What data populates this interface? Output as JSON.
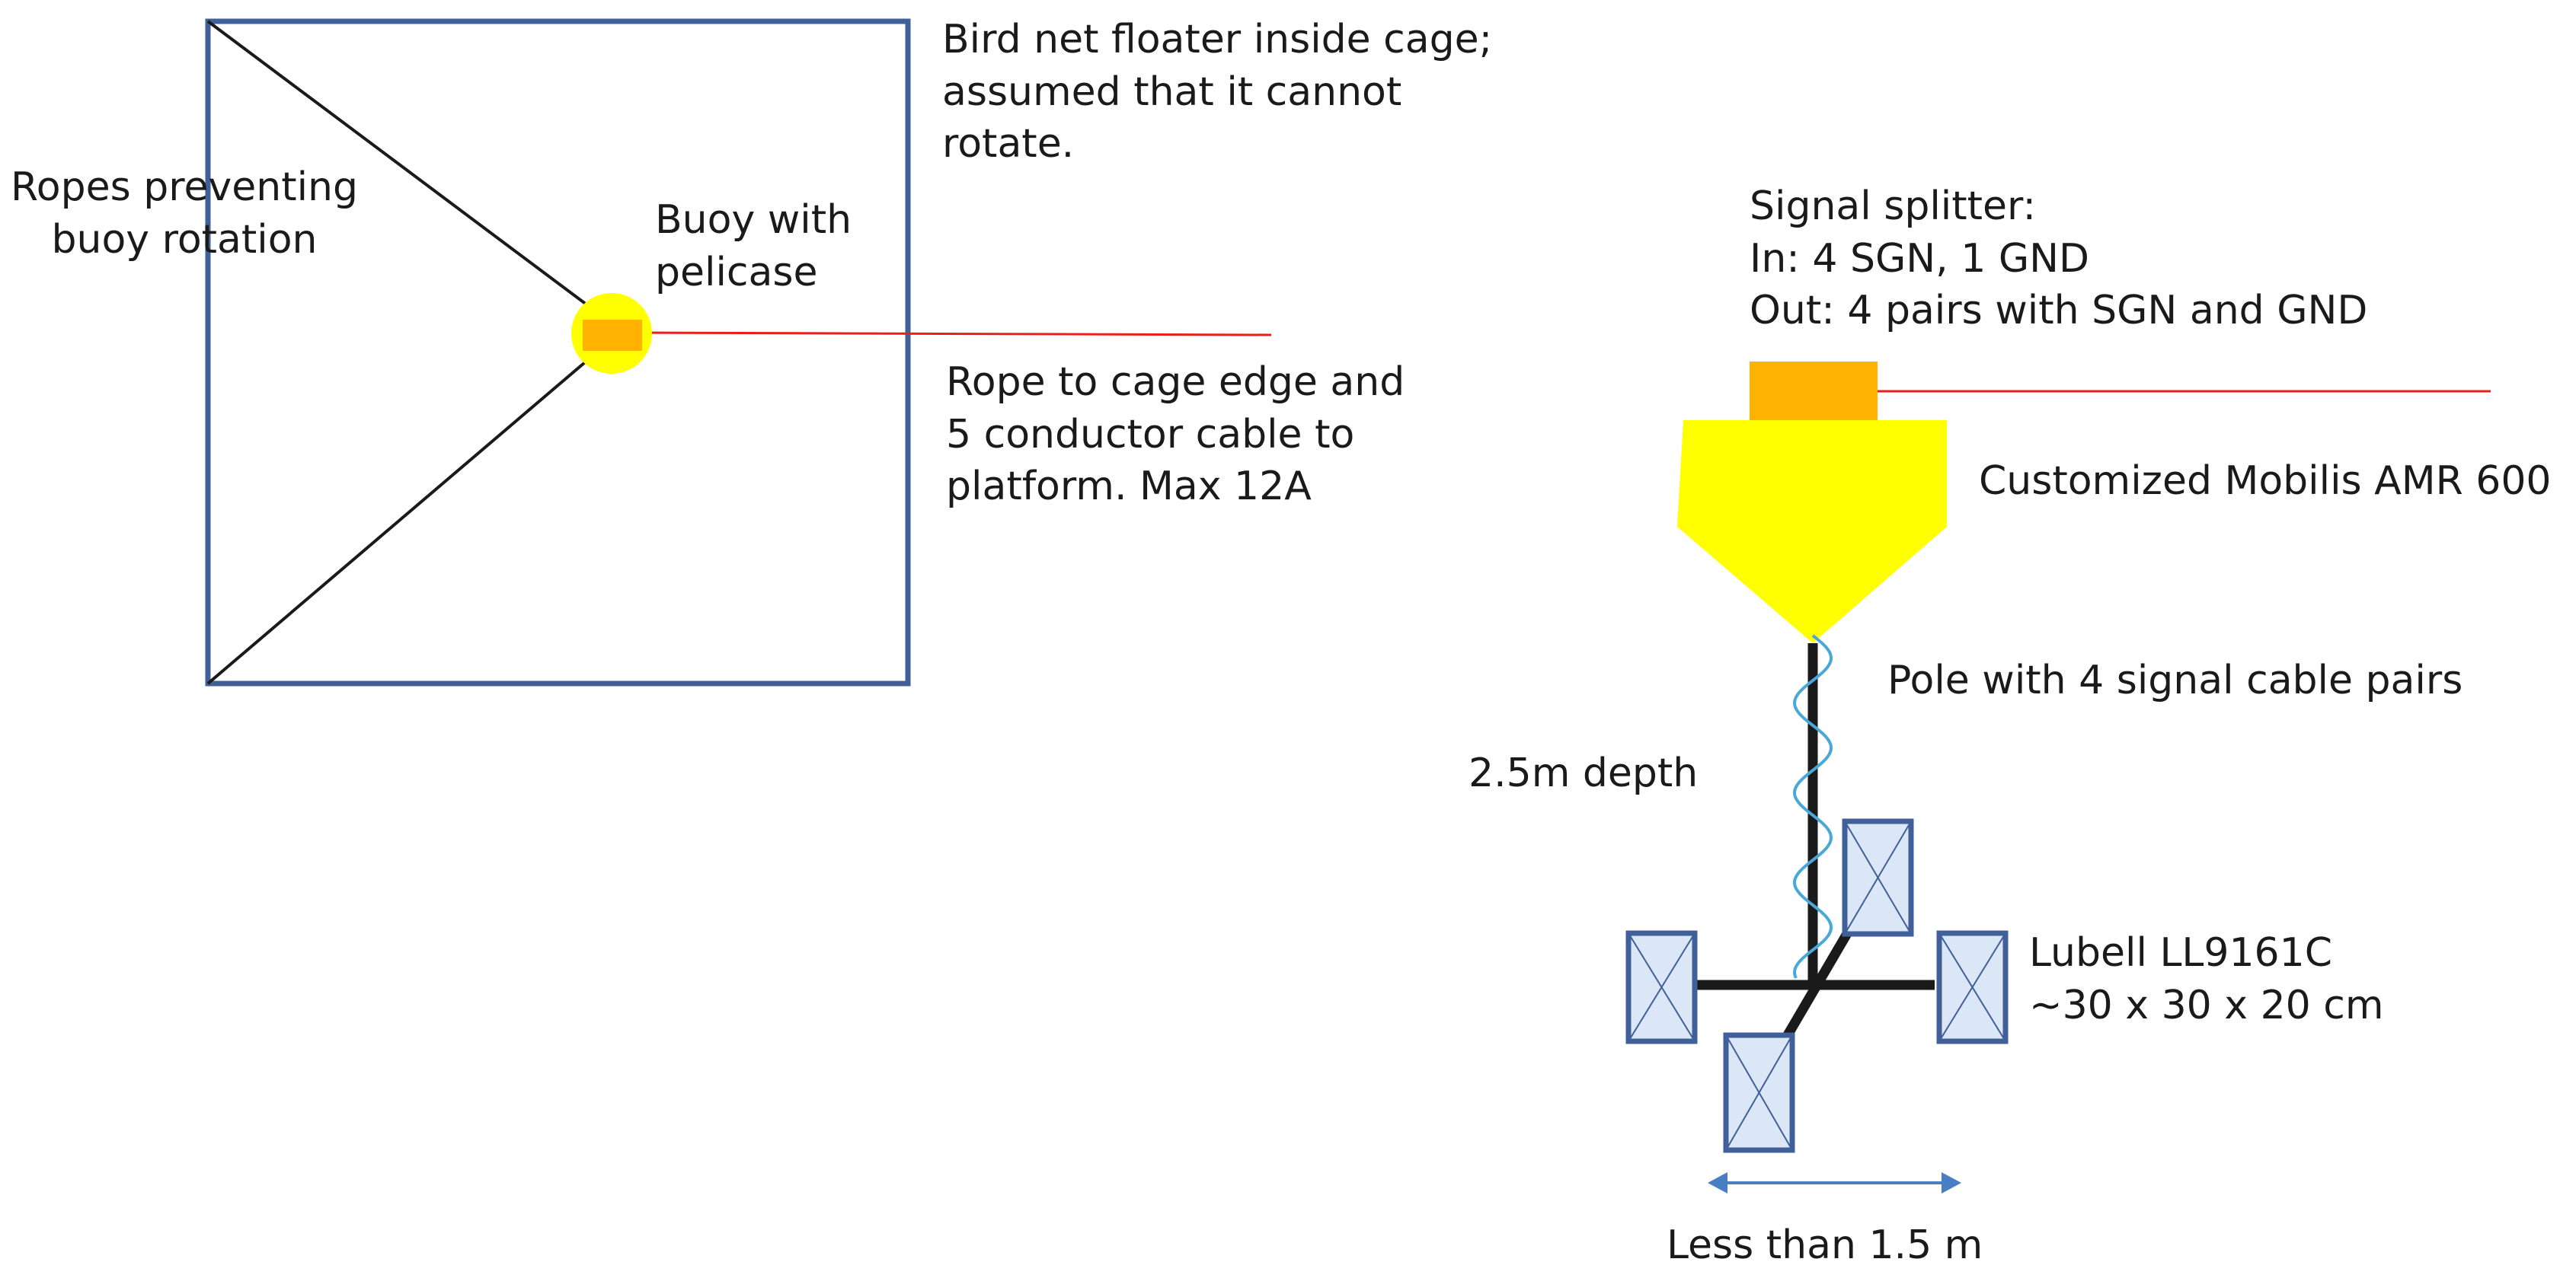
{
  "colors": {
    "cage_border": "#41609a",
    "rope_black": "#1a1a1a",
    "cable_red": "#e8201c",
    "buoy_yellow": "#ffff00",
    "pelicase_orange": "#ffb300",
    "coil_cyan": "#4aa8d8",
    "speaker_fill": "#dbe6f7",
    "speaker_border": "#41609a",
    "arrow_blue": "#4a7ec4"
  },
  "labels": {
    "floater": [
      "Bird net floater inside cage;",
      "assumed that it cannot",
      "rotate."
    ],
    "ropes": [
      "Ropes preventing",
      "buoy rotation"
    ],
    "buoy": [
      "Buoy with",
      "pelicase"
    ],
    "rope_cable": [
      "Rope to cage edge and",
      "5 conductor cable to",
      "platform. Max 12A"
    ],
    "splitter": [
      "Signal splitter:",
      "In: 4 SGN, 1 GND",
      "Out: 4 pairs with SGN and GND"
    ],
    "mobilis": "Customized Mobilis AMR 600",
    "pole": "Pole  with 4 signal cable pairs",
    "depth": "2.5m depth",
    "lubell": [
      "Lubell LL9161C",
      "~30 x 30 x 20 cm"
    ],
    "width": "Less than 1.5 m"
  },
  "icons": {
    "cage": "square-cage-icon",
    "buoy": "circle-buoy-icon",
    "speaker": "crossed-box-icon",
    "arrow": "double-arrow-icon"
  }
}
